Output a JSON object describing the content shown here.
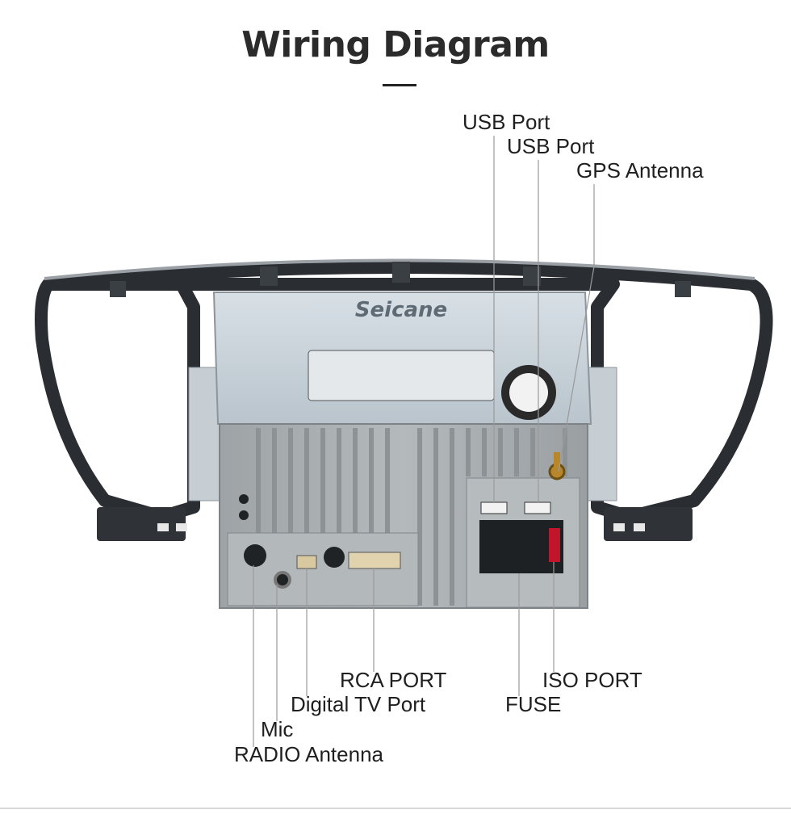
{
  "title": "Wiring Diagram",
  "brand": "Seicane",
  "labels": {
    "usb_port_1": "USB  Port",
    "usb_port_2": "USB  Port",
    "gps_antenna": "GPS Antenna",
    "rca_port": "RCA PORT",
    "iso_port": "ISO PORT",
    "digital_tv_port": "Digital TV Port",
    "fuse": "FUSE",
    "mic": "Mic",
    "radio_antenna": "RADIO Antenna"
  },
  "colors": {
    "title": "#2b2b2b",
    "metal": "#c9d3da",
    "heatsink": "#a9aeb1",
    "frame": "#2a2e33",
    "leader": "#9a9a9a"
  }
}
